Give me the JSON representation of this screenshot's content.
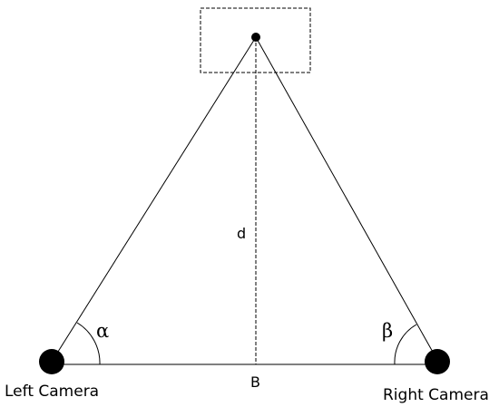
{
  "labels": {
    "left_camera": "Left Camera",
    "right_camera": "Right Camera",
    "distance": "d",
    "baseline": "B",
    "alpha": "α",
    "beta": "β"
  },
  "colors": {
    "stroke": "#000000",
    "background": "#ffffff"
  }
}
